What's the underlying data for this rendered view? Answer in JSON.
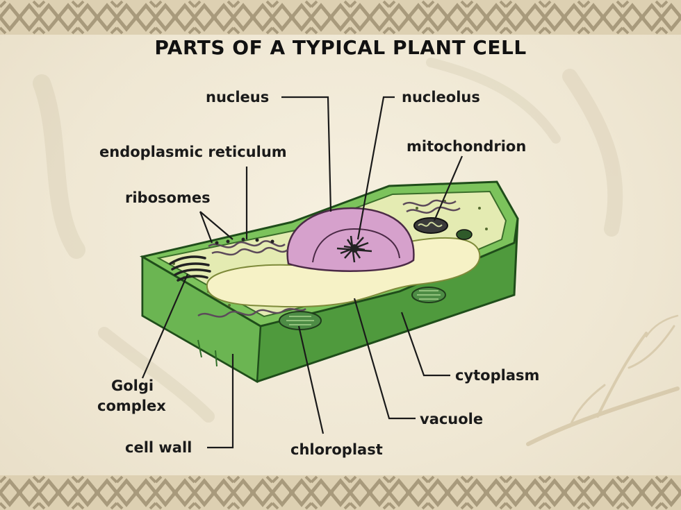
{
  "diagram": {
    "title": "PARTS OF A TYPICAL PLANT CELL",
    "labels": {
      "nucleus": "nucleus",
      "nucleolus": "nucleolus",
      "endoplasmic_reticulum": "endoplasmic reticulum",
      "mitochondrion": "mitochondrion",
      "ribosomes": "ribosomes",
      "golgi_line1": "Golgi",
      "golgi_line2": "complex",
      "cytoplasm": "cytoplasm",
      "vacuole": "vacuole",
      "cell_wall": "cell wall",
      "chloroplast": "chloroplast"
    }
  },
  "colors": {
    "background": "#f1ead8",
    "border_band": "#d9ccae",
    "border_knot": "#a89a7c",
    "cell_wall_green": "#5aa344",
    "cell_wall_dark": "#2f6e28",
    "cytoplasm_yellow": "#e9ecb8",
    "vacuole_yellow": "#f4f1c4",
    "nucleus_pink": "#d9a4cf",
    "organelle_dark": "#2a2a2a",
    "chloroplast_green": "#4d8c45",
    "leader_line": "#1a1a1a"
  }
}
